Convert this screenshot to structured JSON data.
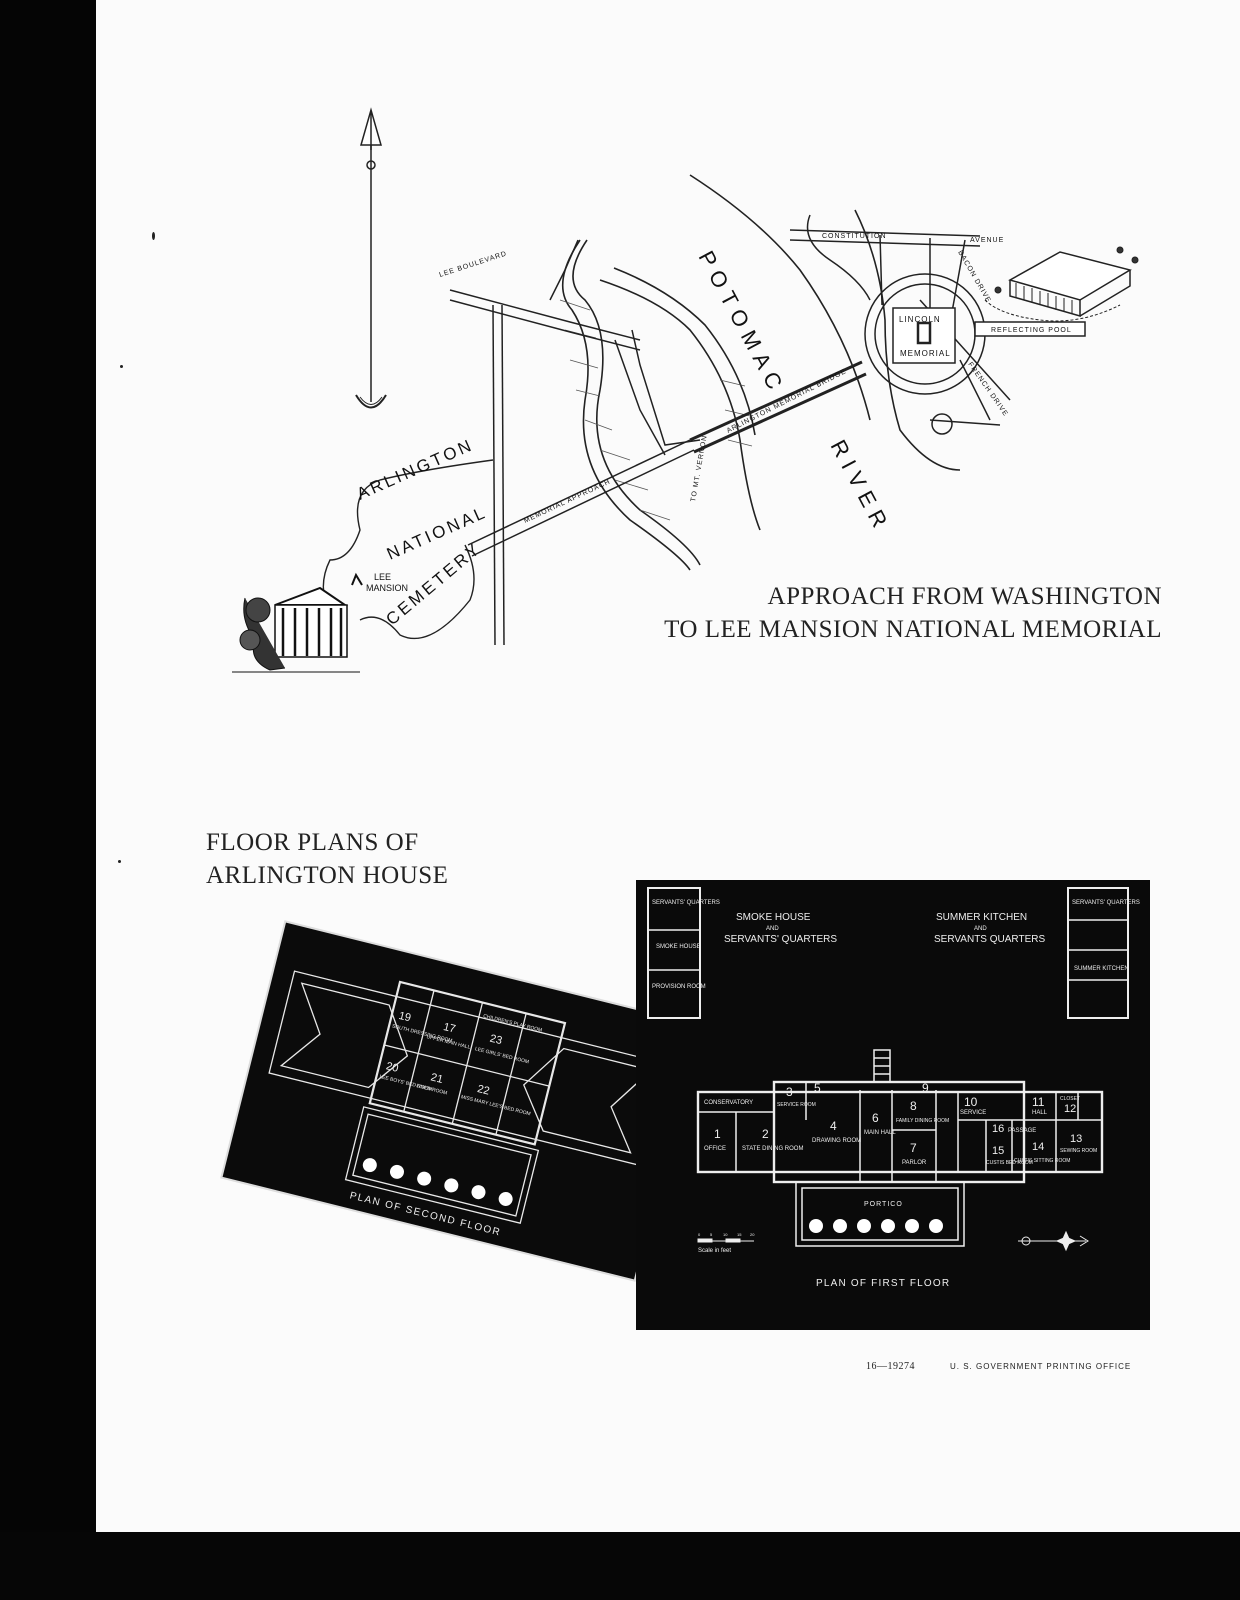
{
  "map": {
    "caption_line1": "APPROACH FROM WASHINGTON",
    "caption_line2": "TO LEE MANSION NATIONAL MEMORIAL",
    "labels": {
      "potomac": "POTOMAC",
      "river": "RIVER",
      "arlington": "ARLINGTON",
      "national": "NATIONAL",
      "cemetery": "CEMETERY",
      "lee_mansion_1": "LEE",
      "lee_mansion_2": "MANSION",
      "lee_boulevard": "LEE BOULEVARD",
      "memorial_approach": "MEMORIAL APPROACH",
      "memorial_bridge": "ARLINGTON MEMORIAL BRIDGE",
      "mt_vernon": "TO MT. VERNON",
      "lincoln_1": "LINCOLN",
      "lincoln_2": "MEMORIAL",
      "reflecting_pool": "REFLECTING POOL",
      "constitution": "CONSTITUTION",
      "avenue": "AVENUE",
      "bacon_drive": "BACON DRIVE",
      "french_drive": "FRENCH DRIVE"
    }
  },
  "floor_plans": {
    "title_line1": "FLOOR PLANS OF",
    "title_line2": "ARLINGTON HOUSE",
    "second_floor": {
      "caption": "PLAN OF SECOND FLOOR",
      "rooms": [
        {
          "num": "19",
          "name": "SOUTH DRESSING ROOM"
        },
        {
          "num": "17",
          "name": "UPPER MAIN HALL"
        },
        {
          "num": "23",
          "name": "LEE GIRLS' BED ROOM"
        },
        {
          "num": "20",
          "name": "LEE BOYS' BED ROOM"
        },
        {
          "num": "21",
          "name": "LINEN ROOM"
        },
        {
          "num": "22",
          "name": "MISS MARY LEE'S BED ROOM"
        },
        {
          "num": "",
          "name": "CHILDREN'S PLAY ROOM"
        }
      ]
    },
    "first_floor": {
      "caption": "PLAN OF FIRST FLOOR",
      "smoke_house": {
        "line1": "SMOKE HOUSE",
        "line2": "AND",
        "line3": "SERVANTS' QUARTERS"
      },
      "summer_kitchen": {
        "line1": "SUMMER KITCHEN",
        "line2": "AND",
        "line3": "SERVANTS QUARTERS"
      },
      "outbuilding_left": [
        "SERVANTS' QUARTERS",
        "SMOKE HOUSE",
        "PROVISION ROOM"
      ],
      "outbuilding_right": [
        "SERVANTS' QUARTERS",
        "SUMMER KITCHEN"
      ],
      "rooms": {
        "conservatory": "CONSERVATORY",
        "r1": "1",
        "office": "OFFICE",
        "r2": "2",
        "state_dining": "STATE DINING ROOM",
        "r3": "3",
        "service_room": "SERVICE ROOM",
        "r4": "4",
        "drawing_room": "DRAWING ROOM",
        "r5": "5",
        "r6": "6",
        "main_hall": "MAIN HALL",
        "r7": "7",
        "parlor": "PARLOR",
        "r8": "8",
        "family_dining": "FAMILY DINING ROOM",
        "r9": "9",
        "r10": "10",
        "service": "SERVICE",
        "r11": "11",
        "hall": "HALL",
        "r12": "12",
        "closet": "CLOSET",
        "r13": "13",
        "sewing": "SEWING ROOM",
        "r14": "14",
        "custis_sitting": "CUSTIS SITTING ROOM",
        "r15": "15",
        "custis_bed": "CUSTIS BED ROOM",
        "r16": "16",
        "passage": "PASSAGE",
        "portico": "PORTICO",
        "scale": "Scale in feet",
        "scale_ticks": [
          "0",
          "5",
          "10",
          "15",
          "20"
        ]
      }
    }
  },
  "footer": {
    "number": "16—19274",
    "printer": "U. S. GOVERNMENT PRINTING OFFICE"
  }
}
